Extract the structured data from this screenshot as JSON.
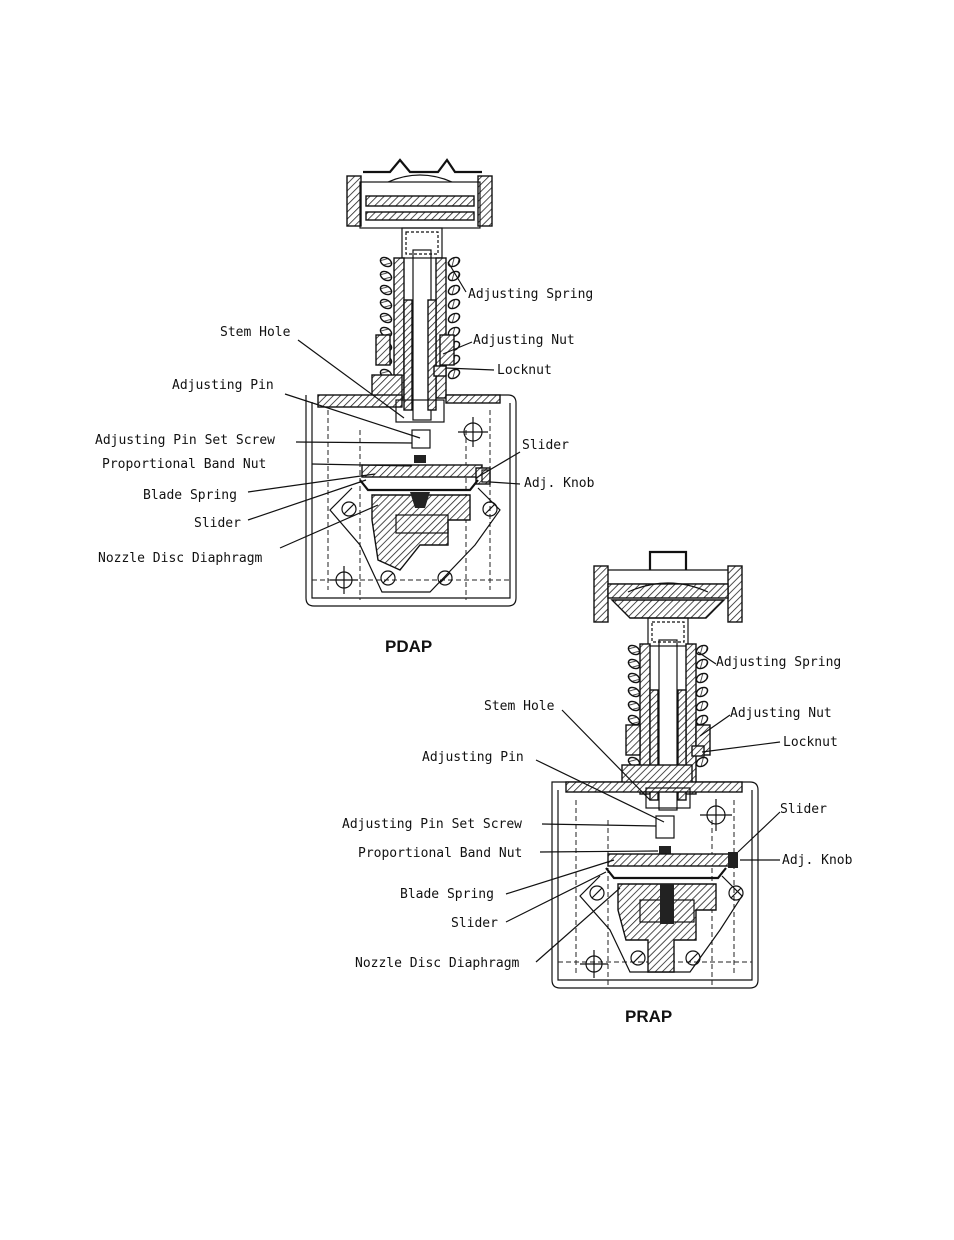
{
  "pdap": {
    "title": "PDAP",
    "labels": {
      "adjusting_spring": "Adjusting Spring",
      "stem_hole": "Stem Hole",
      "adjusting_nut": "Adjusting Nut",
      "locknut": "Locknut",
      "adjusting_pin": "Adjusting Pin",
      "adjusting_pin_set_screw": "Adjusting Pin Set Screw",
      "slider_right": "Slider",
      "proportional_band_nut": "Proportional Band Nut",
      "adj_knob": "Adj. Knob",
      "blade_spring": "Blade Spring",
      "slider_left": "Slider",
      "nozzle_disc_diaphragm": "Nozzle Disc Diaphragm"
    }
  },
  "prap": {
    "title": "PRAP",
    "labels": {
      "adjusting_spring": "Adjusting Spring",
      "stem_hole": "Stem Hole",
      "adjusting_nut": "Adjusting Nut",
      "locknut": "Locknut",
      "adjusting_pin": "Adjusting Pin",
      "slider_right": "Slider",
      "adjusting_pin_set_screw": "Adjusting Pin Set Screw",
      "proportional_band_nut": "Proportional Band Nut",
      "adj_knob": "Adj. Knob",
      "blade_spring": "Blade Spring",
      "slider_left": "Slider",
      "nozzle_disc_diaphragm": "Nozzle Disc Diaphragm"
    }
  }
}
